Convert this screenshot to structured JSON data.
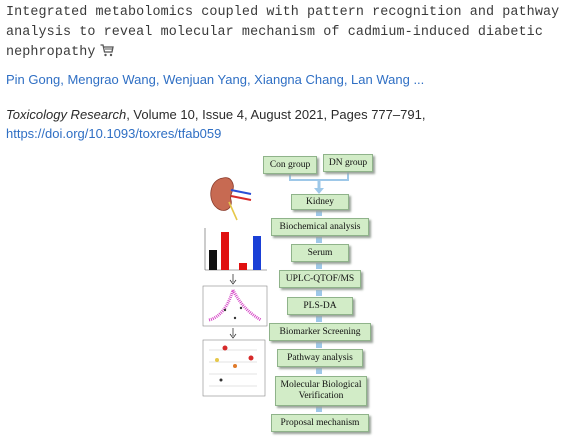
{
  "article": {
    "title": "Integrated metabolomics coupled with pattern recognition and pathway analysis to reveal molecular mechanism of cadmium-induced diabetic nephropathy",
    "authors": [
      "Pin Gong",
      "Mengrao Wang",
      "Wenjuan Yang",
      "Xiangna Chang",
      "Lan Wang"
    ],
    "authors_more": " ...",
    "journal": "Toxicology Research",
    "details": ", Volume 10, Issue 4, August 2021, Pages 777–791,",
    "doi": "https://doi.org/10.1093/toxres/tfab059"
  },
  "figure": {
    "top_boxes": [
      "Con group",
      "DN group"
    ],
    "steps": [
      "Kidney",
      "Biochemical analysis",
      "Serum",
      "UPLC-QTOF/MS",
      "PLS-DA",
      "Biomarker Screening",
      "Pathway analysis",
      "Molecular Biological Verification",
      "Proposal mechanism"
    ],
    "colors": {
      "box_fill": "#d2ecc7",
      "box_border": "#8fb38a",
      "arrow": "#9ec8e8",
      "bar_red": "#e01010",
      "bar_blue": "#1a3fd6"
    }
  },
  "icons": {
    "cart": "shopping-cart-icon"
  }
}
